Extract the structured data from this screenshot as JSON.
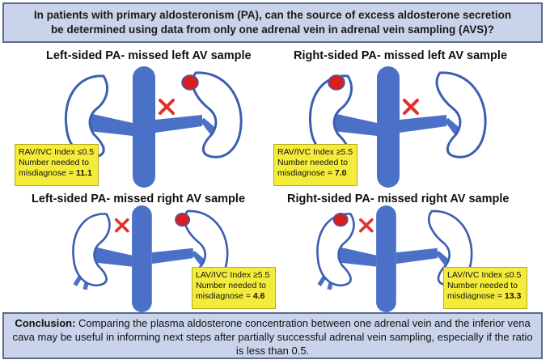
{
  "question": {
    "line1": "In patients with primary aldosteronism (PA), can the source of excess aldosterone secretion",
    "line2": "be determined using data from only one adrenal vein in adrenal vein sampling (AVS)?"
  },
  "panels": [
    {
      "title": "Left-sided PA- missed left AV sample",
      "index": "RAV/IVC Index ≤0.5",
      "nn_label": "Number needed to",
      "mis_label": "misdiagnose = ",
      "nn_value": "11.1"
    },
    {
      "title": "Right-sided PA- missed left AV sample",
      "index": "RAV/IVC Index ≥5.5",
      "nn_label": "Number needed to",
      "mis_label": "misdiagnose = ",
      "nn_value": "7.0"
    },
    {
      "title": "Left-sided PA- missed right AV sample",
      "index": "LAV/IVC Index ≥5.5",
      "nn_label": "Number needed to",
      "mis_label": "misdiagnose = ",
      "nn_value": "4.6"
    },
    {
      "title": "Right-sided PA- missed right AV sample",
      "index": "LAV/IVC Index  ≤0.5",
      "nn_label": "Number needed to",
      "mis_label": "misdiagnose = ",
      "nn_value": "13.3"
    }
  ],
  "conclusion": {
    "label": "Conclusion:",
    "text": " Comparing the plasma aldosterone concentration between one adrenal vein and the inferior vena cava may be useful in informing next steps after partially successful adrenal vein sampling, especially if the ratio is less than 0.5."
  },
  "colors": {
    "kidney_fill": "#ffffff",
    "kidney_stroke": "#3b5fb0",
    "vessel": "#4a70c8",
    "tumor": "#d81e1e",
    "cross": "#e03030",
    "note_bg": "#f4ec3a",
    "box_bg": "#c9d3ea"
  }
}
